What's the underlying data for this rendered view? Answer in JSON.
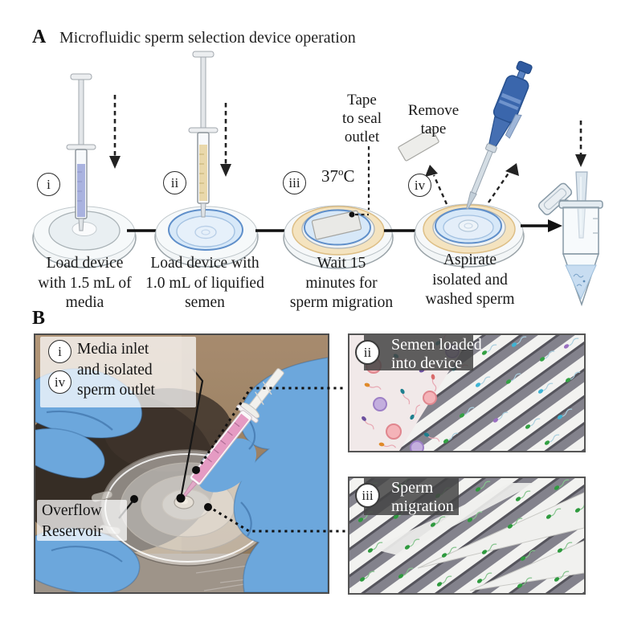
{
  "panel_a": {
    "label": "A",
    "title": "Microfluidic sperm selection device operation",
    "steps": [
      {
        "numeral": "i",
        "lines": [
          "Load device",
          "with 1.5 mL of",
          "media"
        ]
      },
      {
        "numeral": "ii",
        "lines": [
          "Load device with",
          "1.0 mL of liquified",
          "semen"
        ]
      },
      {
        "numeral": "iii",
        "lines": [
          "Wait 15",
          "minutes for",
          "sperm migration"
        ]
      },
      {
        "numeral": "iv",
        "lines": [
          "Aspirate",
          "isolated and",
          "washed sperm"
        ]
      }
    ],
    "annotations": {
      "tape_seal": [
        "Tape",
        "to seal",
        "outlet"
      ],
      "temperature": {
        "value": "37",
        "degree": "o",
        "unit": "C"
      },
      "remove_tape": [
        "Remove",
        "tape"
      ]
    }
  },
  "panel_b": {
    "label": "B",
    "port_label": {
      "numerals": [
        "i",
        "iv"
      ],
      "lines": [
        "Media inlet",
        "and isolated",
        "sperm outlet"
      ]
    },
    "overflow": [
      "Overflow",
      "Reservoir"
    ],
    "insets": [
      {
        "numeral": "ii",
        "lines": [
          "Semen loaded",
          "into device"
        ]
      },
      {
        "numeral": "iii",
        "lines": [
          "Sperm",
          "migration"
        ]
      }
    ]
  },
  "colors": {
    "media_blue": "#a9b2df",
    "semen_cream": "#e9d8ab",
    "dish_blue": "#d7e8f8",
    "ring_orange": "#f4e3bf",
    "pipette_blue": "#3a66ac",
    "glove_blue": "#6ca7dc",
    "syringe_pink": "#e59bc3",
    "sperm_green": "#33a143",
    "photo_tan": "#ab9176",
    "inset_label_gray": "#444444"
  }
}
